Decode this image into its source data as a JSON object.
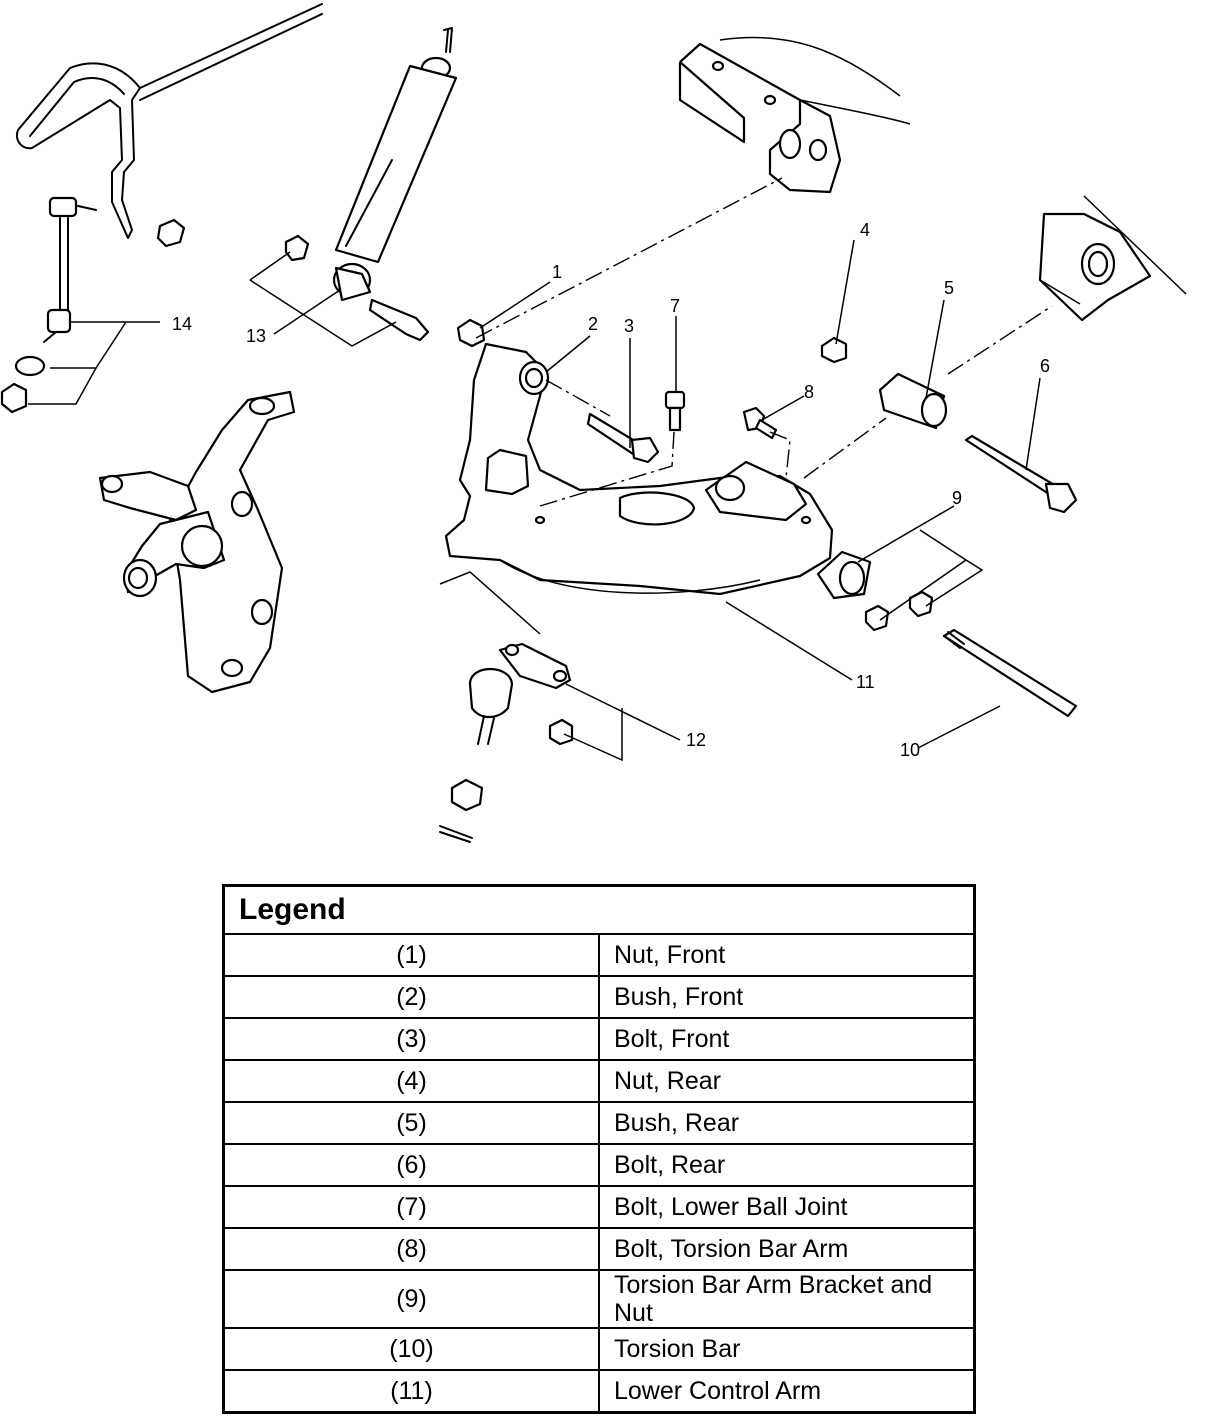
{
  "diagram": {
    "callouts": [
      "1",
      "2",
      "3",
      "4",
      "5",
      "6",
      "7",
      "8",
      "9",
      "10",
      "11",
      "12",
      "13",
      "14"
    ]
  },
  "legend": {
    "title": "Legend",
    "rows": [
      {
        "code": "(1)",
        "label": "Nut, Front"
      },
      {
        "code": "(2)",
        "label": "Bush, Front"
      },
      {
        "code": "(3)",
        "label": "Bolt, Front"
      },
      {
        "code": "(4)",
        "label": "Nut, Rear"
      },
      {
        "code": "(5)",
        "label": "Bush, Rear"
      },
      {
        "code": "(6)",
        "label": "Bolt, Rear"
      },
      {
        "code": "(7)",
        "label": "Bolt, Lower Ball Joint"
      },
      {
        "code": "(8)",
        "label": "Bolt, Torsion Bar Arm"
      },
      {
        "code": "(9)",
        "label": "Torsion Bar Arm Bracket and Nut"
      },
      {
        "code": "(10)",
        "label": "Torsion Bar"
      },
      {
        "code": "(11)",
        "label": "Lower Control Arm"
      }
    ]
  }
}
